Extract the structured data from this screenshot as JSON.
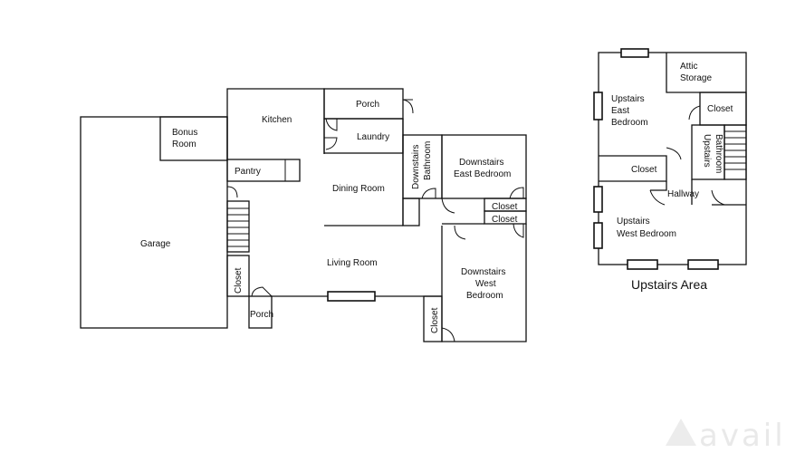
{
  "rooms": {
    "garage": "Garage",
    "bonus_line1": "Bonus",
    "bonus_line2": "Room",
    "kitchen": "Kitchen",
    "pantry": "Pantry",
    "porch_top": "Porch",
    "laundry": "Laundry",
    "dining": "Dining Room",
    "down_bath_line1": "Downstairs",
    "down_bath_line2": "Bathroom",
    "down_east_line1": "Downstairs",
    "down_east_line2": "East Bedroom",
    "closet_1": "Closet",
    "closet_2": "Closet",
    "living": "Living Room",
    "closet_left": "Closet",
    "porch_bottom": "Porch",
    "down_west_line1": "Downstairs",
    "down_west_line2": "West",
    "down_west_line3": "Bedroom",
    "closet_bottom": "Closet"
  },
  "upstairs": {
    "attic_line1": "Attic",
    "attic_line2": "Storage",
    "east_line1": "Upstairs",
    "east_line2": "East",
    "east_line3": "Bedroom",
    "closet_top": "Closet",
    "bath_line1": "Upstairs",
    "bath_line2": "Bathroom",
    "closet_mid": "Closet",
    "hallway": "Hallway",
    "west_line1": "Upstairs",
    "west_line2": "West  Bedroom",
    "area_title": "Upstairs Area"
  },
  "watermark": {
    "text": "avail"
  }
}
